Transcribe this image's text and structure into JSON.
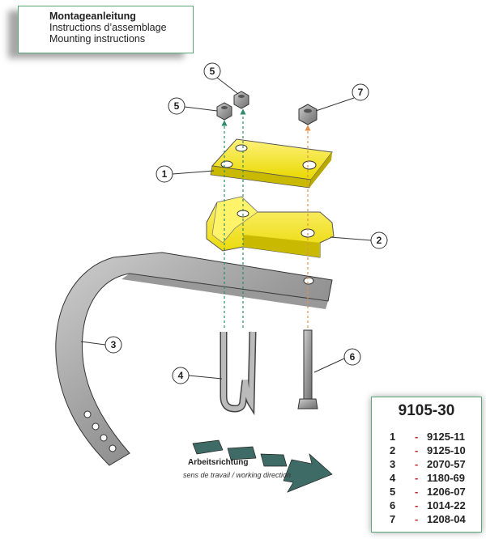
{
  "header": {
    "title_de": "Montageanleitung",
    "title_fr": "Instructions d’assemblage",
    "title_en": "Mounting instructions"
  },
  "parts_list": {
    "set_number": "9105-30",
    "separator": "-",
    "items": [
      {
        "pos": "1",
        "code": "9125-11"
      },
      {
        "pos": "2",
        "code": "9125-10"
      },
      {
        "pos": "3",
        "code": "2070-57"
      },
      {
        "pos": "4",
        "code": "1180-69"
      },
      {
        "pos": "5",
        "code": "1206-07"
      },
      {
        "pos": "6",
        "code": "1014-22"
      },
      {
        "pos": "7",
        "code": "1208-04"
      }
    ]
  },
  "direction": {
    "label_de": "Arbeitsrichtung",
    "label_fr_en": "sens de travail / working direction"
  },
  "callouts": [
    "5",
    "5",
    "7",
    "1",
    "2",
    "3",
    "4",
    "6"
  ],
  "colors": {
    "part_yellow": "#f2e500",
    "border_green": "#5aa87a",
    "arrow_teal": "#3f6b66",
    "dash_green": "#2e8b6e",
    "dash_orange": "#e0904a",
    "dash_red": "#c0282d"
  }
}
